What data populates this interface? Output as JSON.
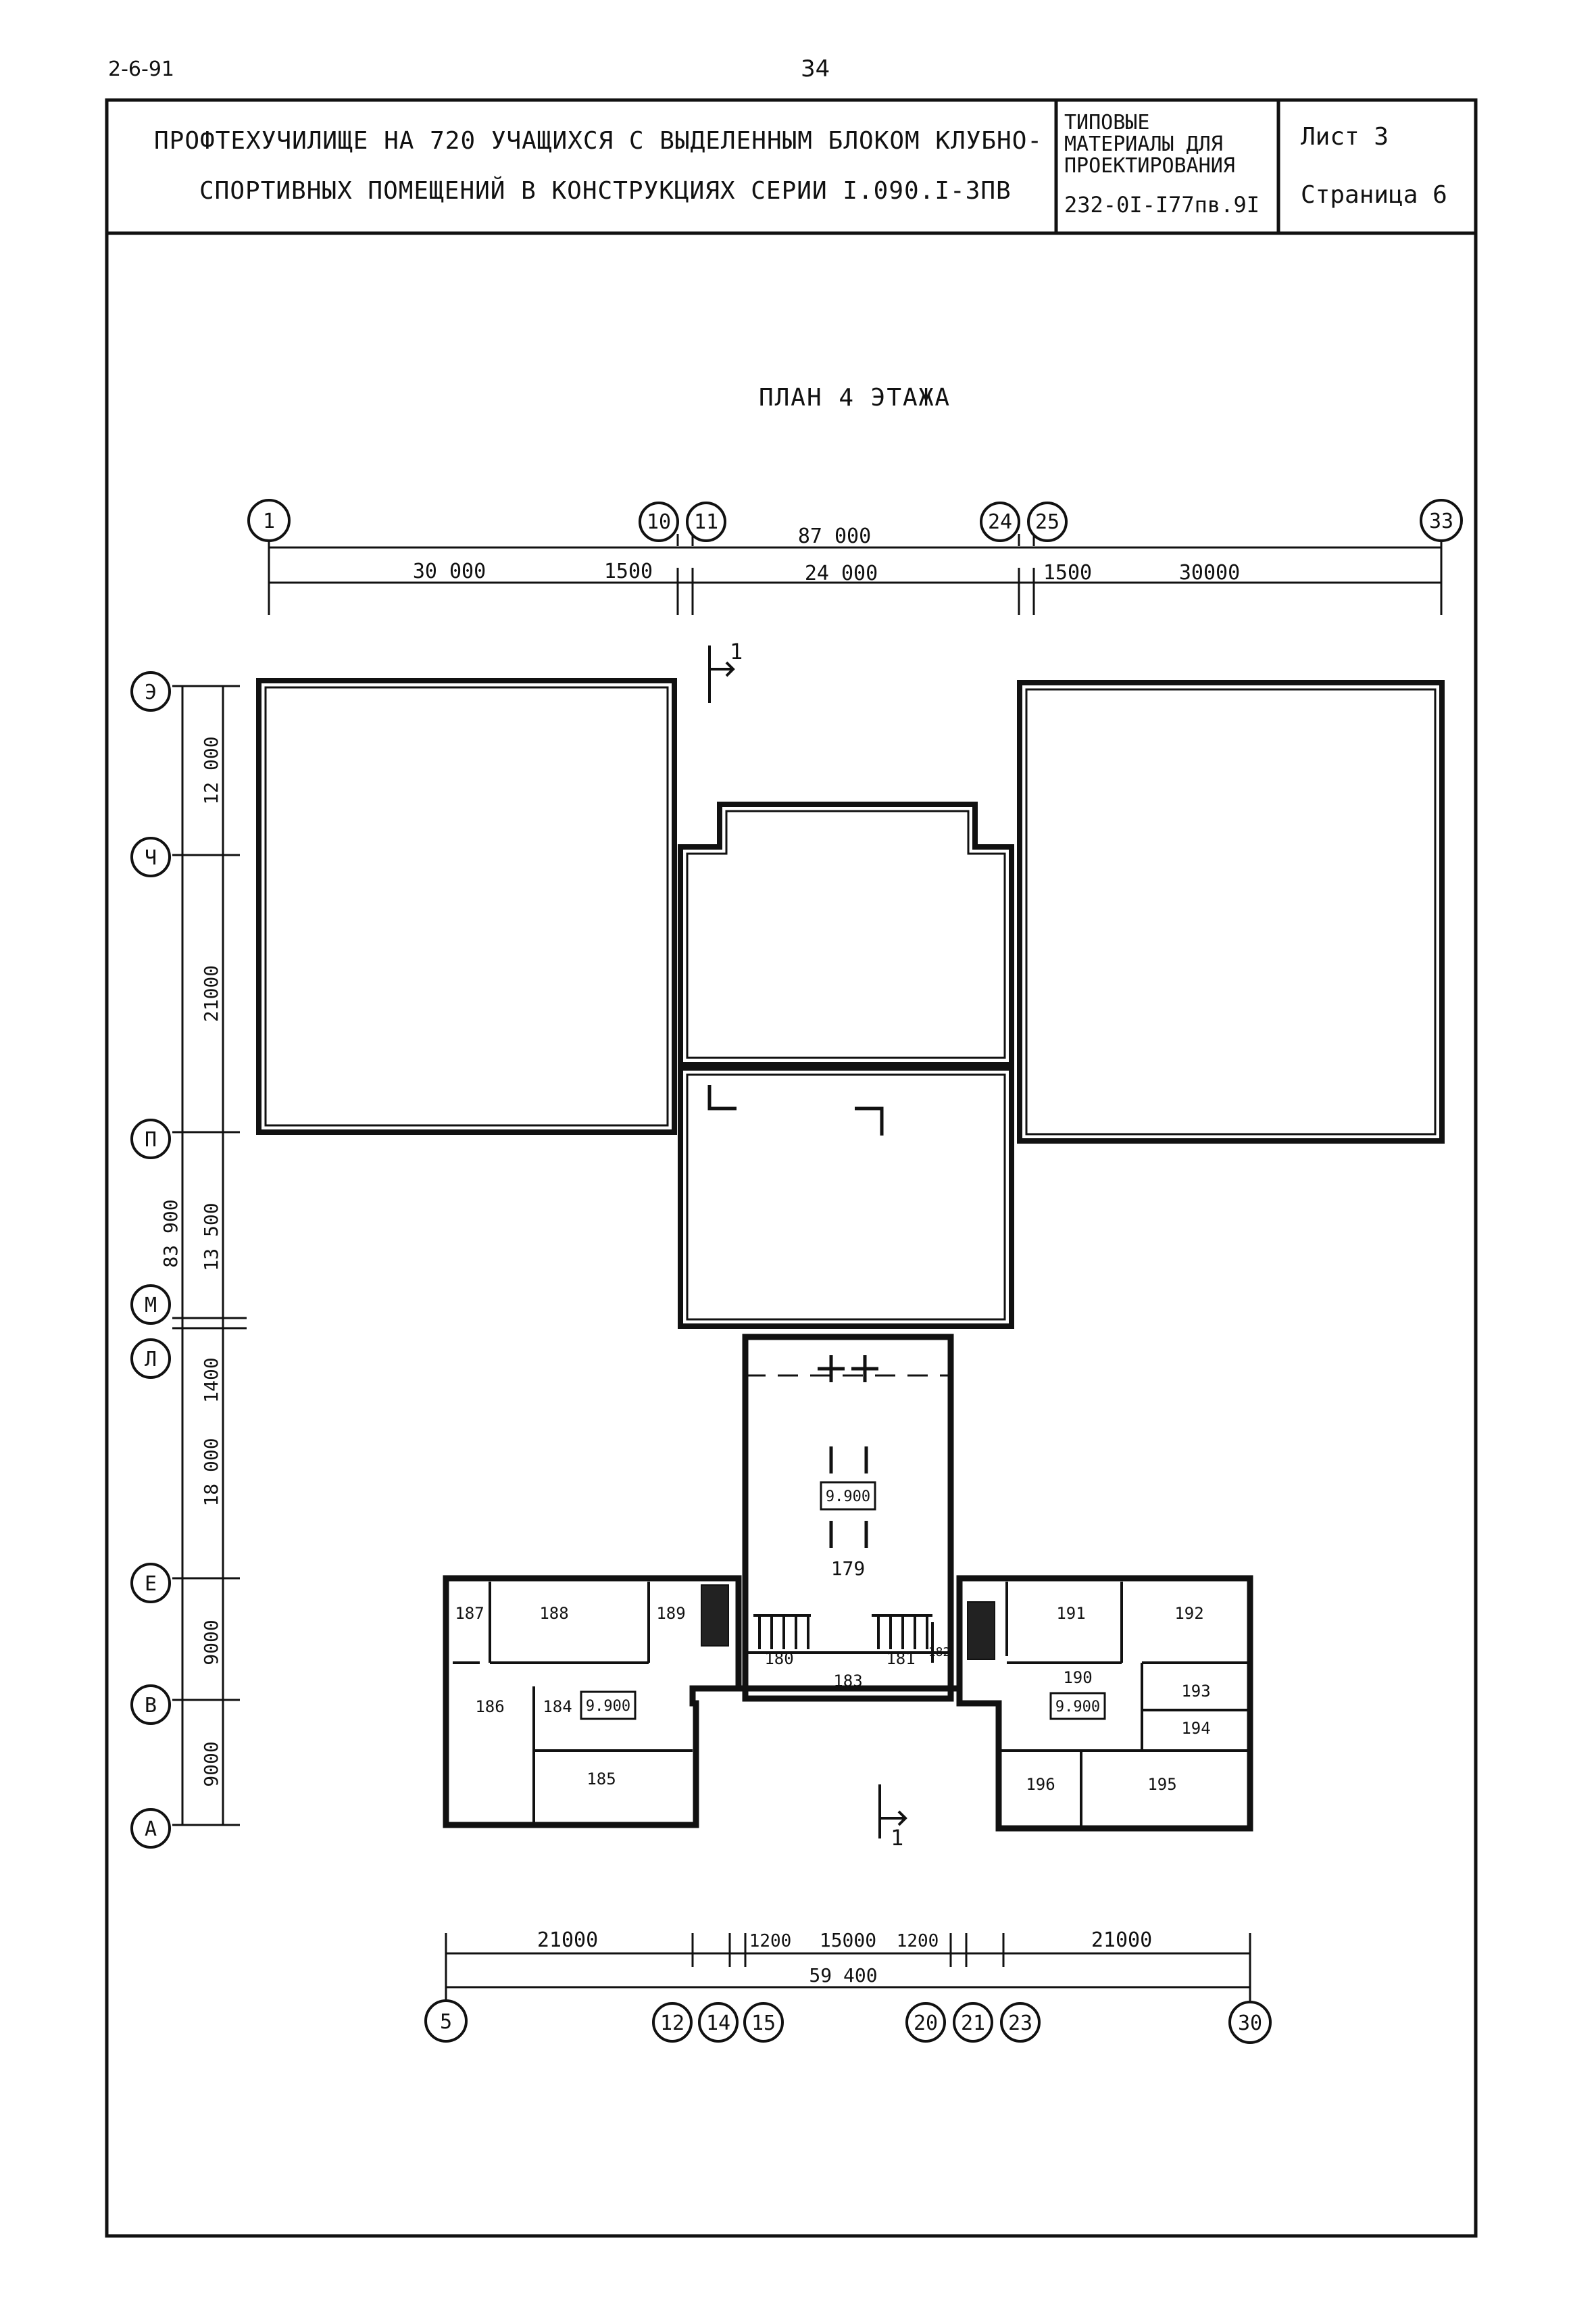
{
  "top_left_code": "2-6-91",
  "page_number": "34",
  "header": {
    "title_line1": "ПРОФТЕХУЧИЛИЩЕ НА 720 УЧАЩИХСЯ С ВЫДЕЛЕННЫМ БЛОКОМ КЛУБНО-",
    "title_line2": "СПОРТИВНЫХ ПОМЕЩЕНИЙ В КОНСТРУКЦИЯХ СЕРИИ I.090.I-3ПВ",
    "standard_line1": "ТИПОВЫЕ",
    "standard_line2": "МАТЕРИАЛЫ ДЛЯ",
    "standard_line3": "ПРОЕКТИРОВАНИЯ",
    "standard_code": "232-0I-I77пв.9I",
    "sheet": "Лист 3",
    "page": "Страница 6"
  },
  "plan_title": "ПЛАН 4 ЭТАЖА",
  "top_axes": [
    {
      "label": "1"
    },
    {
      "label": "10"
    },
    {
      "label": "11"
    },
    {
      "label": "24"
    },
    {
      "label": "25"
    },
    {
      "label": "33"
    }
  ],
  "top_total_dimension": "87 000",
  "top_dimensions": [
    "30 000",
    "1500",
    "24 000",
    "1500",
    "30000"
  ],
  "left_axes": [
    {
      "label": "Э"
    },
    {
      "label": "Ч"
    },
    {
      "label": "П"
    },
    {
      "label": "М"
    },
    {
      "label": "Л"
    },
    {
      "label": "Е"
    },
    {
      "label": "В"
    },
    {
      "label": "А"
    }
  ],
  "left_total_dimension": "83 900",
  "left_dimensions": [
    "12 000",
    "21000",
    "13 500",
    "1400",
    "18 000",
    "9000",
    "9000"
  ],
  "bottom_axes": [
    {
      "label": "5"
    },
    {
      "label": "12"
    },
    {
      "label": "14"
    },
    {
      "label": "15"
    },
    {
      "label": "20"
    },
    {
      "label": "21"
    },
    {
      "label": "23"
    },
    {
      "label": "30"
    }
  ],
  "bottom_total_dimension": "59 400",
  "bottom_dimensions": [
    "21000",
    "1200",
    "15000",
    "1200",
    "21000"
  ],
  "section_marks": [
    "1",
    "1"
  ],
  "elevations": [
    "9.900",
    "9.900",
    "9.900"
  ],
  "rooms": [
    "179",
    "180",
    "181",
    "182",
    "183",
    "184",
    "185",
    "186",
    "187",
    "188",
    "189",
    "190",
    "191",
    "192",
    "193",
    "194",
    "195",
    "196"
  ],
  "colors": {
    "ink": "#111111",
    "paper": "#ffffff"
  }
}
